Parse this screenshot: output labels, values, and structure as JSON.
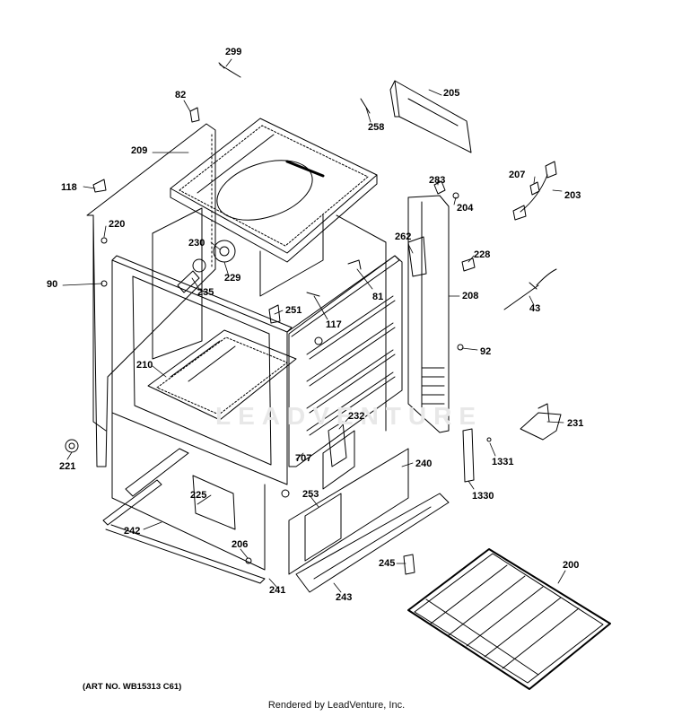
{
  "callouts": [
    "299",
    "82",
    "205",
    "258",
    "209",
    "283",
    "207",
    "203",
    "118",
    "204",
    "220",
    "262",
    "230",
    "228",
    "229",
    "81",
    "208",
    "90",
    "235",
    "251",
    "117",
    "43",
    "92",
    "210",
    "232",
    "231",
    "707",
    "240",
    "1331",
    "221",
    "225",
    "253",
    "1330",
    "242",
    "206",
    "245",
    "200",
    "241",
    "243"
  ],
  "art_number": "(ART NO. WB15313 C61)",
  "credit": "Rendered by LeadVenture, Inc.",
  "watermark": "LEADVENTURE"
}
